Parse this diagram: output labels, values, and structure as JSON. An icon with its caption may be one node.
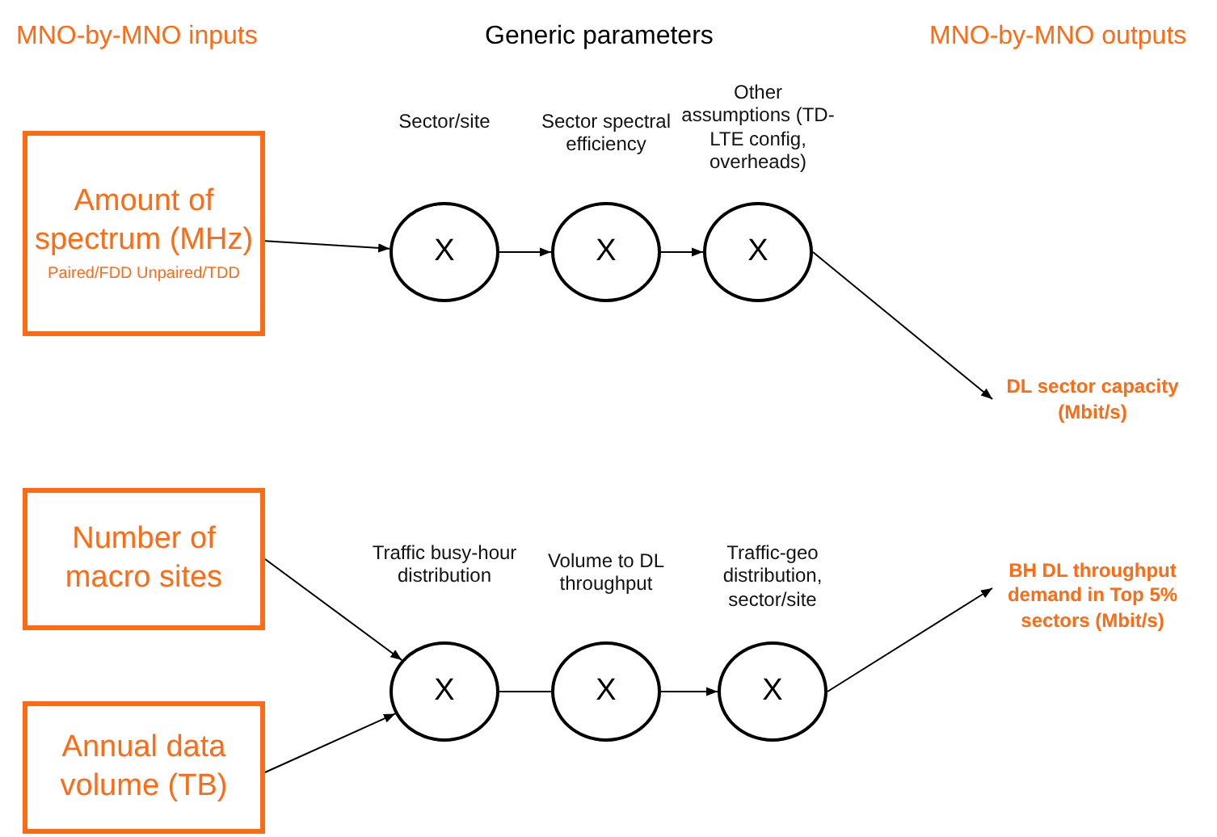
{
  "diagram": {
    "nodes": [
      {
        "text": [
          "Amount of spectrum (MHz)",
          "Paired/FDD Unpaired/TDD"
        ]
      },
      {
        "text": [
          "X"
        ],
        "beside": [
          "Sector/site"
        ]
      },
      {
        "text": [
          "X"
        ],
        "beside": [
          "Sector spectral efficiency"
        ]
      },
      {
        "text": [
          "X"
        ],
        "beside": [
          "Other assumptions (TD-LTE config, overheads)"
        ]
      },
      {
        "text": [
          "DL sector capacity (Mbit/s)"
        ]
      },
      {
        "text": [
          "Number of macro sites"
        ]
      },
      {
        "text": [
          "Annual data volume (TB)"
        ]
      },
      {
        "text": [
          "X"
        ],
        "beside": [
          "Traffic busy-hour distribution"
        ]
      },
      {
        "text": [
          "X"
        ],
        "beside": [
          "Volume to DL throughput"
        ]
      },
      {
        "text": [
          "X"
        ],
        "beside": [
          "Traffic-geo distribution, sector/site"
        ]
      },
      {
        "text": [
          "BH DL throughput demand in Top 5% sectors (Mbit/s)"
        ]
      }
    ],
    "edges": [
      {
        "from": 0,
        "to": 1,
        "arrow": "to"
      },
      {
        "from": 1,
        "to": 2,
        "arrow": "to"
      },
      {
        "from": 2,
        "to": 3,
        "arrow": "to"
      },
      {
        "from": 3,
        "to": 4,
        "arrow": "to"
      },
      {
        "from": 5,
        "to": 7,
        "arrow": "to"
      },
      {
        "from": 6,
        "to": 7,
        "arrow": "to"
      },
      {
        "from": 7,
        "to": 8,
        "arrow": "none"
      },
      {
        "from": 8,
        "to": 9,
        "arrow": "to"
      },
      {
        "from": 9,
        "to": 10,
        "arrow": "to"
      }
    ],
    "labels": [
      "MNO-by-MNO inputs",
      "Generic parameters",
      "MNO-by-MNO outputs"
    ]
  }
}
